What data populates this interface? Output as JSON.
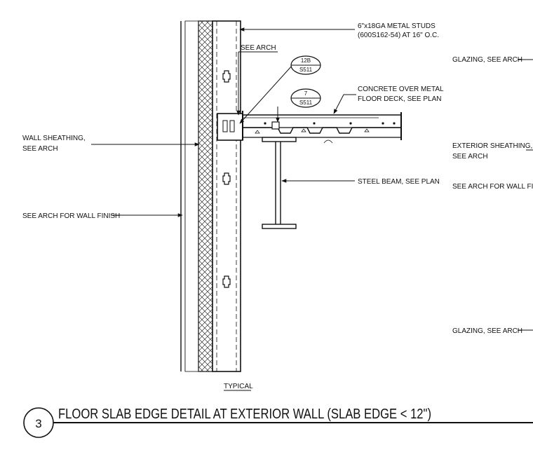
{
  "notes": {
    "metal_studs_line1": "6\"x18GA METAL STUDS",
    "metal_studs_line2": "(600S162-54) AT 16\" O.C.",
    "see_arch_top": "SEE ARCH",
    "concrete_deck_line1": "CONCRETE OVER METAL",
    "concrete_deck_line2": "FLOOR DECK, SEE PLAN",
    "wall_sheathing_line1": "WALL SHEATHING,",
    "wall_sheathing_line2": "SEE ARCH",
    "steel_beam": "STEEL BEAM, SEE PLAN",
    "wall_finish_left": "SEE ARCH FOR WALL FINISH",
    "glazing_top": "GLAZING, SEE ARCH",
    "exterior_sheathing_line1": "EXTERIOR SHEATHING,",
    "exterior_sheathing_line2": "SEE ARCH",
    "wall_finish_right": "SEE ARCH FOR WALL FINISH",
    "glazing_bottom": "GLAZING, SEE ARCH",
    "typical": "TYPICAL"
  },
  "callouts": [
    {
      "top": "12B",
      "bottom": "S511"
    },
    {
      "top": "7",
      "bottom": "S511"
    }
  ],
  "detail": {
    "number": "3",
    "title": "FLOOR SLAB EDGE DETAIL AT EXTERIOR WALL (SLAB EDGE < 12\")"
  }
}
